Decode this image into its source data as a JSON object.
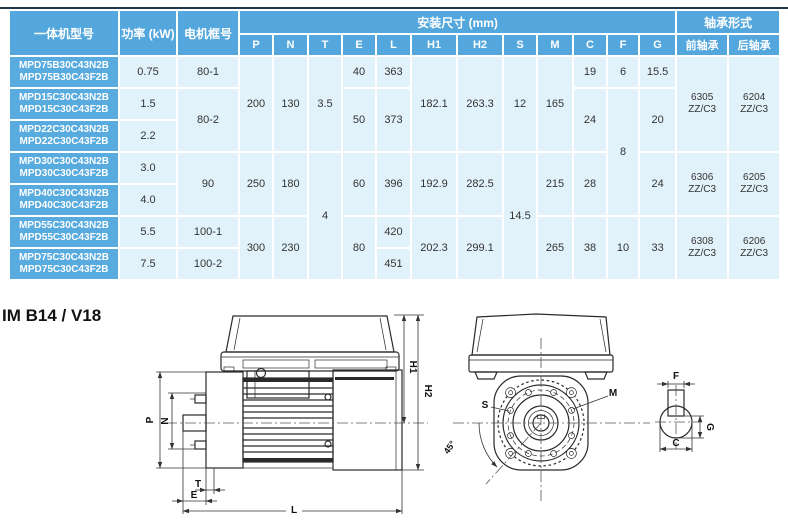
{
  "colors": {
    "header_blue": "#54a7dc",
    "model_blue": "#58abdf",
    "cell_light": "#e2f2fb",
    "grid_white": "#ffffff",
    "top_border": "#22364a",
    "text_dark": "#333333",
    "line_dark": "#2a2a2a"
  },
  "table": {
    "headers": {
      "model": "一体机型号",
      "power": "功率 (kW)",
      "frame": "电机框号",
      "dims_group": "安装尺寸 (mm)",
      "dim_cols": [
        "P",
        "N",
        "T",
        "E",
        "L",
        "H1",
        "H2",
        "S",
        "M",
        "C",
        "F",
        "G"
      ],
      "bearing_group": "轴承形式",
      "front_bearing": "前轴承",
      "rear_bearing": "后轴承"
    },
    "rows": [
      {
        "model1": "MPD75B30C43N2B",
        "model2": "MPD75B30C43F2B",
        "power": "0.75",
        "frame": "80-1",
        "P": "200",
        "N": "130",
        "T": "3.5",
        "E": "40",
        "L": "363",
        "H1": "182.1",
        "H2": "263.3",
        "S": "12",
        "M": "165",
        "C": "19",
        "F": "6",
        "G": "15.5",
        "front_bearing": "6305\nZZ/C3",
        "rear_bearing": "6204\nZZ/C3"
      },
      {
        "model1": "MPD15C30C43N2B",
        "model2": "MPD15C30C43F2B",
        "power": "1.5",
        "frame": "80-2",
        "E": "50",
        "L": "373",
        "C": "24",
        "F": "8",
        "G": "20"
      },
      {
        "model1": "MPD22C30C43N2B",
        "model2": "MPD22C30C43F2B",
        "power": "2.2"
      },
      {
        "model1": "MPD30C30C43N2B",
        "model2": "MPD30C30C43F2B",
        "power": "3.0",
        "frame": "90",
        "P": "250",
        "N": "180",
        "T": "4",
        "E": "60",
        "L": "396",
        "H1": "192.9",
        "H2": "282.5",
        "S": "14.5",
        "M": "215",
        "C": "28",
        "G": "24",
        "front_bearing": "6306\nZZ/C3",
        "rear_bearing": "6205\nZZ/C3"
      },
      {
        "model1": "MPD40C30C43N2B",
        "model2": "MPD40C30C43F2B",
        "power": "4.0"
      },
      {
        "model1": "MPD55C30C43N2B",
        "model2": "MPD55C30C43F2B",
        "power": "5.5",
        "frame": "100-1",
        "P": "300",
        "N": "230",
        "E": "80",
        "L": "420",
        "H1": "202.3",
        "H2": "299.1",
        "M": "265",
        "C": "38",
        "F": "10",
        "G": "33",
        "front_bearing": "6308\nZZ/C3",
        "rear_bearing": "6206\nZZ/C3"
      },
      {
        "model1": "MPD75C30C43N2B",
        "model2": "MPD75C30C43F2B",
        "power": "7.5",
        "frame": "100-2",
        "L": "451"
      }
    ]
  },
  "drawings": {
    "title": "IM B14 / V18",
    "labels": {
      "P": "P",
      "N": "N",
      "T": "T",
      "E": "E",
      "L": "L",
      "H1": "H1",
      "H2": "H2",
      "S": "S",
      "M": "M",
      "angle": "45°",
      "F": "F",
      "G": "G",
      "C": "C"
    }
  }
}
